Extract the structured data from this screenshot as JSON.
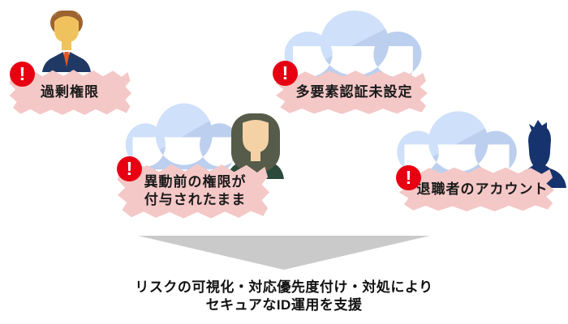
{
  "risks": [
    {
      "label": "過剰権限",
      "person": "businessman"
    },
    {
      "label": "多要素認証未設定",
      "person": "cloud-only"
    },
    {
      "label_lines": [
        "異動前の権限が",
        "付与されたまま"
      ],
      "person": "woman"
    },
    {
      "label": "退職者のアカウント",
      "person": "retiree-silhouette"
    }
  ],
  "alert": {
    "glyph": "!"
  },
  "conclusion": {
    "line1": "リスクの可視化・対応優先度付け・対処により",
    "line2": "セキュアなID運用を支援"
  },
  "colors": {
    "alert_red": "#e60012",
    "label_pink": "#f4c8c7",
    "cloud_light": "#cfe0fa",
    "cloud_dark": "#bdcfee",
    "arrow_gray": "#cacaca",
    "suit_navy": "#203864",
    "silhouette_navy": "#16336e",
    "text_black": "#1a1a1a"
  }
}
